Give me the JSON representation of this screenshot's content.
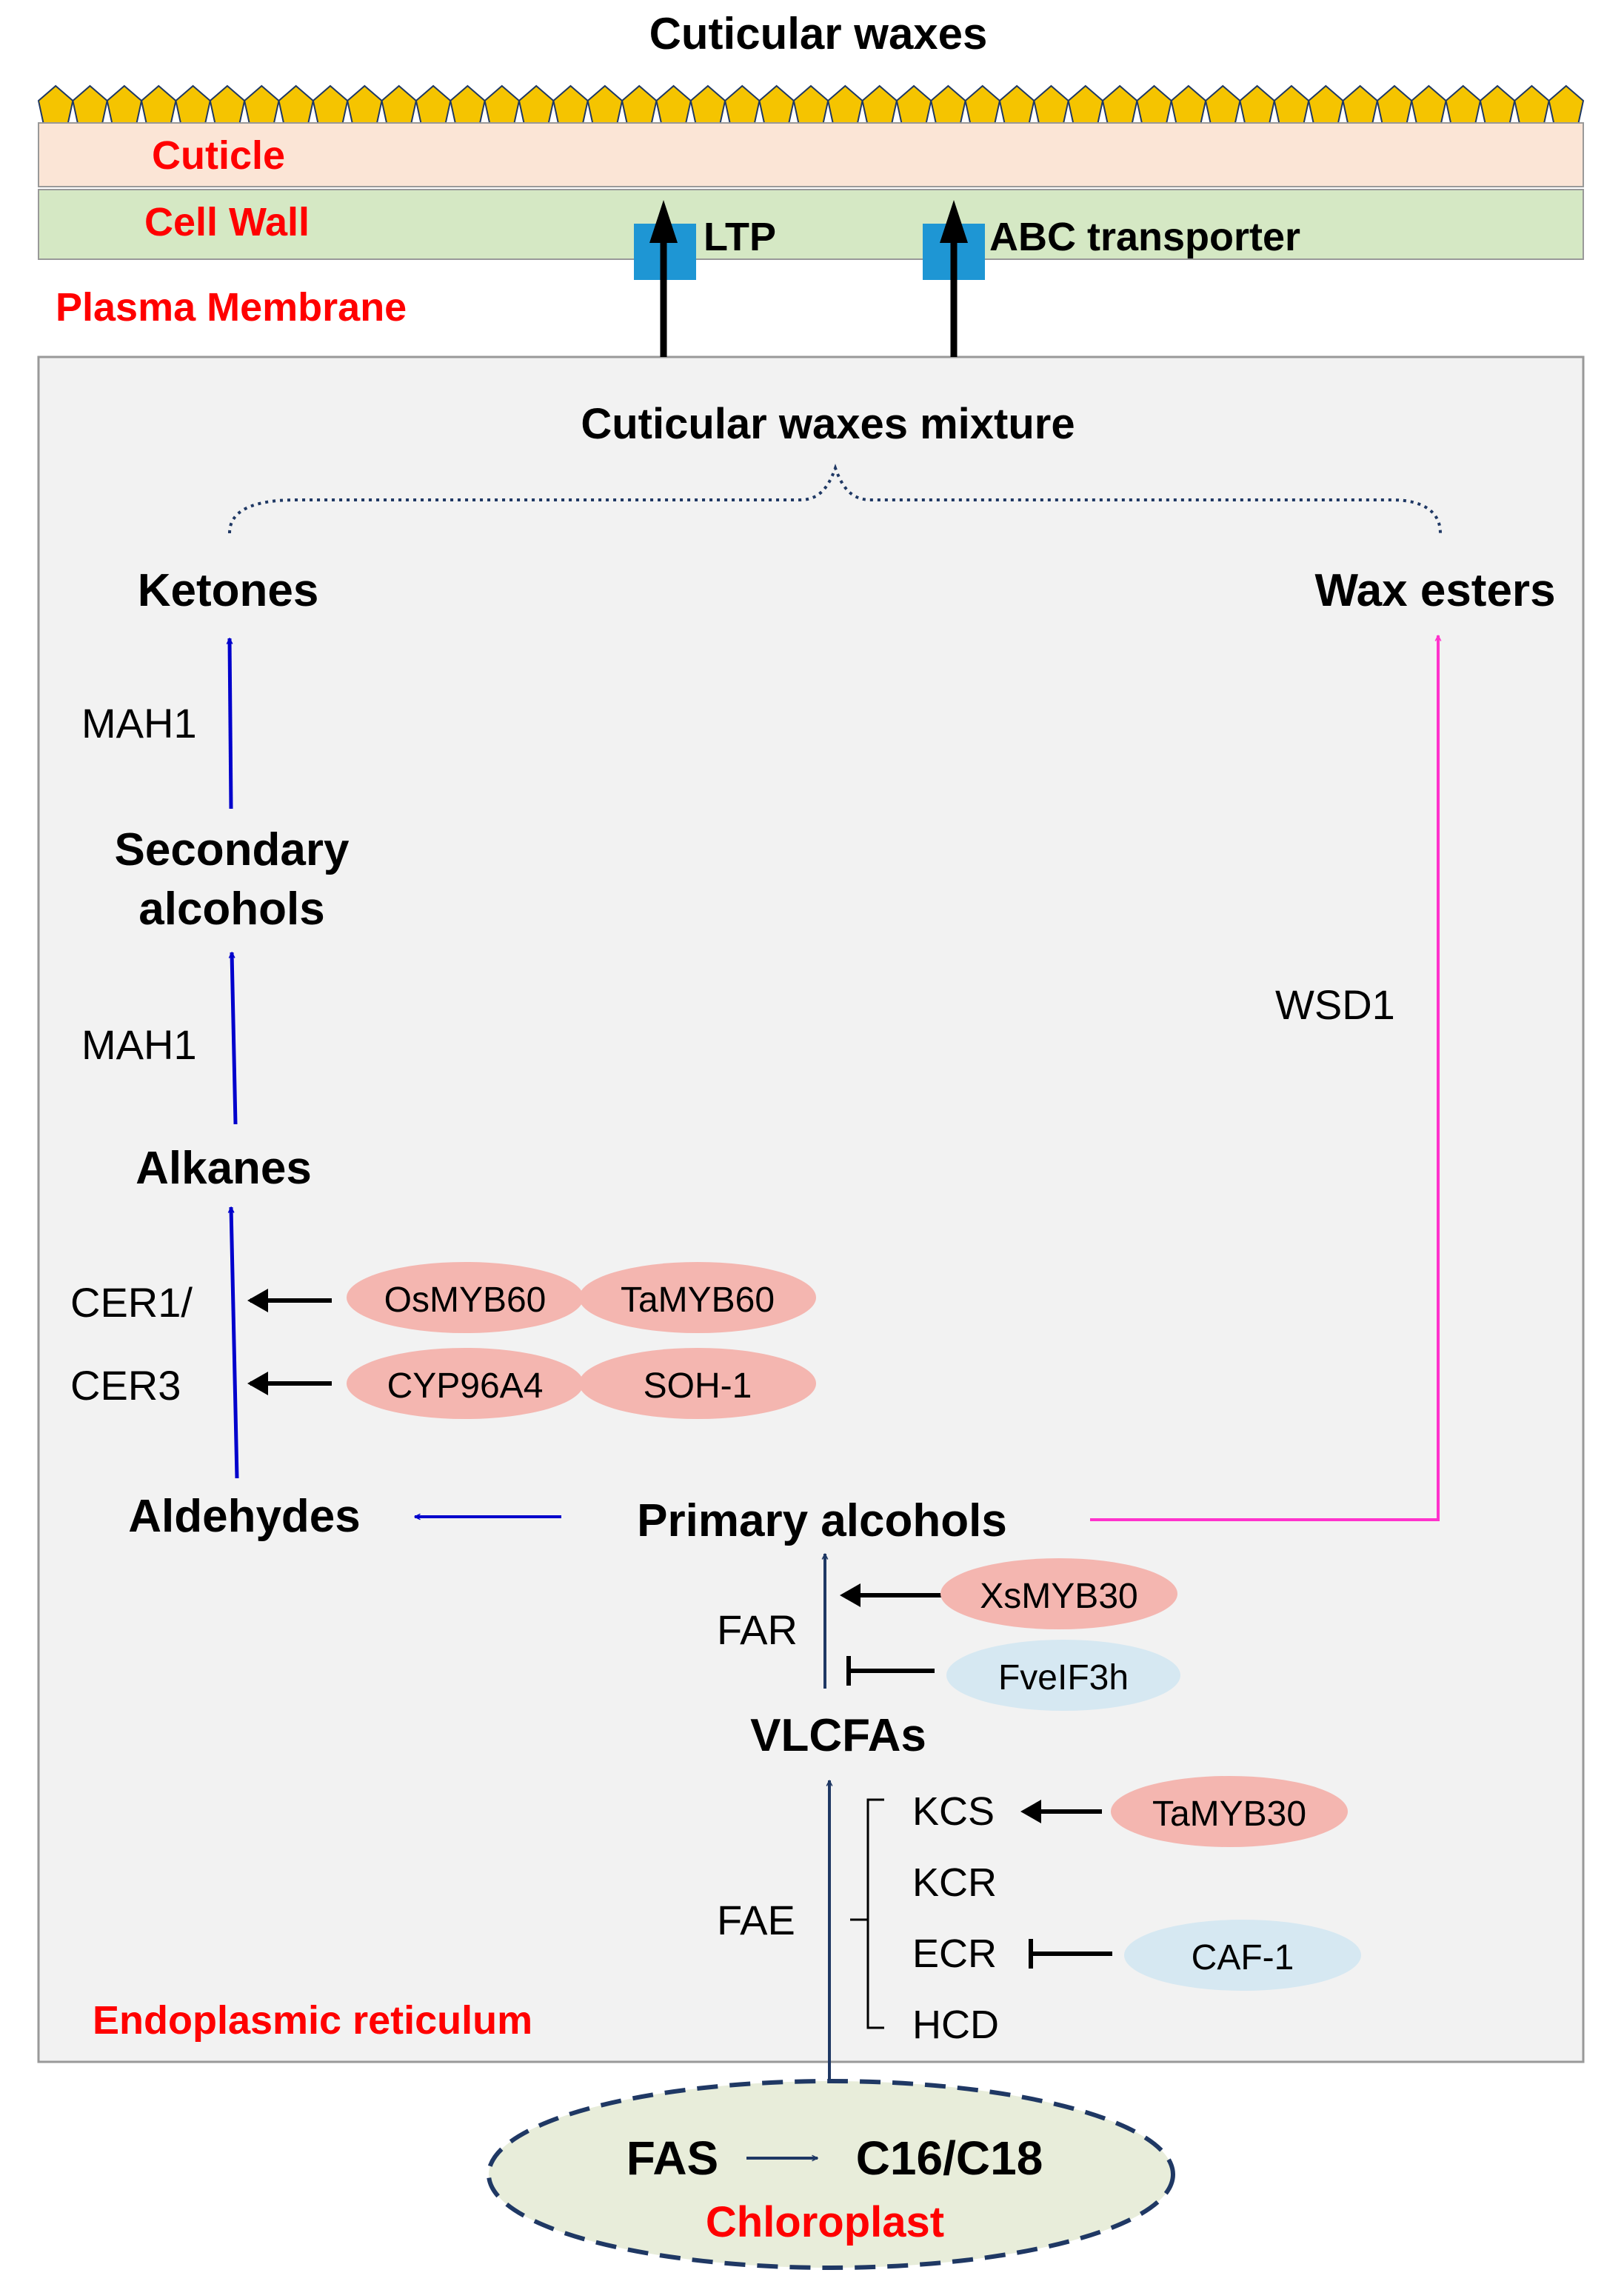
{
  "title": "Cuticular waxes",
  "layers": {
    "cuticle": "Cuticle",
    "cell_wall": "Cell Wall",
    "plasma_membrane": "Plasma Membrane",
    "endoplasmic_reticulum": "Endoplasmic reticulum",
    "chloroplast": "Chloroplast"
  },
  "transporters": {
    "ltp": "LTP",
    "abc": "ABC transporter"
  },
  "compounds": {
    "mixture": "Cuticular waxes mixture",
    "ketones": "Ketones",
    "wax_esters": "Wax esters",
    "secondary_alcohols_1": "Secondary",
    "secondary_alcohols_2": "alcohols",
    "alkanes": "Alkanes",
    "aldehydes": "Aldehydes",
    "primary_alcohols": "Primary alcohols",
    "vlcfas": "VLCFAs",
    "fas": "FAS",
    "c16c18": "C16/C18"
  },
  "enzymes": {
    "mah1_top": "MAH1",
    "mah1_bottom": "MAH1",
    "wsd1": "WSD1",
    "cer1": "CER1/",
    "cer3": "CER3",
    "far": "FAR",
    "fae": "FAE",
    "kcs": "KCS",
    "kcr": "KCR",
    "ecr": "ECR",
    "hcd": "HCD"
  },
  "regulators": {
    "osmyb60": "OsMYB60",
    "tamyb60": "TaMYB60",
    "cyp96a4": "CYP96A4",
    "soh1": "SOH-1",
    "xsmyb30": "XsMYB30",
    "fveif3h": "FveIF3h",
    "tamyb30": "TaMYB30",
    "caf1": "CAF-1"
  },
  "colors": {
    "wax_crystal": "#F5C400",
    "cuticle_fill": "#FBE5D6",
    "cell_wall_fill": "#D5E8C4",
    "transporter": "#1E96D4",
    "er_fill": "#F2F2F2",
    "chloroplast_fill": "#E8EDDA",
    "layer_label": "#FF0000",
    "pathway_blue": "#0000CC",
    "pathway_navy": "#1F3864",
    "pathway_magenta": "#FF33CC",
    "activator": "#F4B6B0",
    "repressor": "#D6E8F2"
  }
}
